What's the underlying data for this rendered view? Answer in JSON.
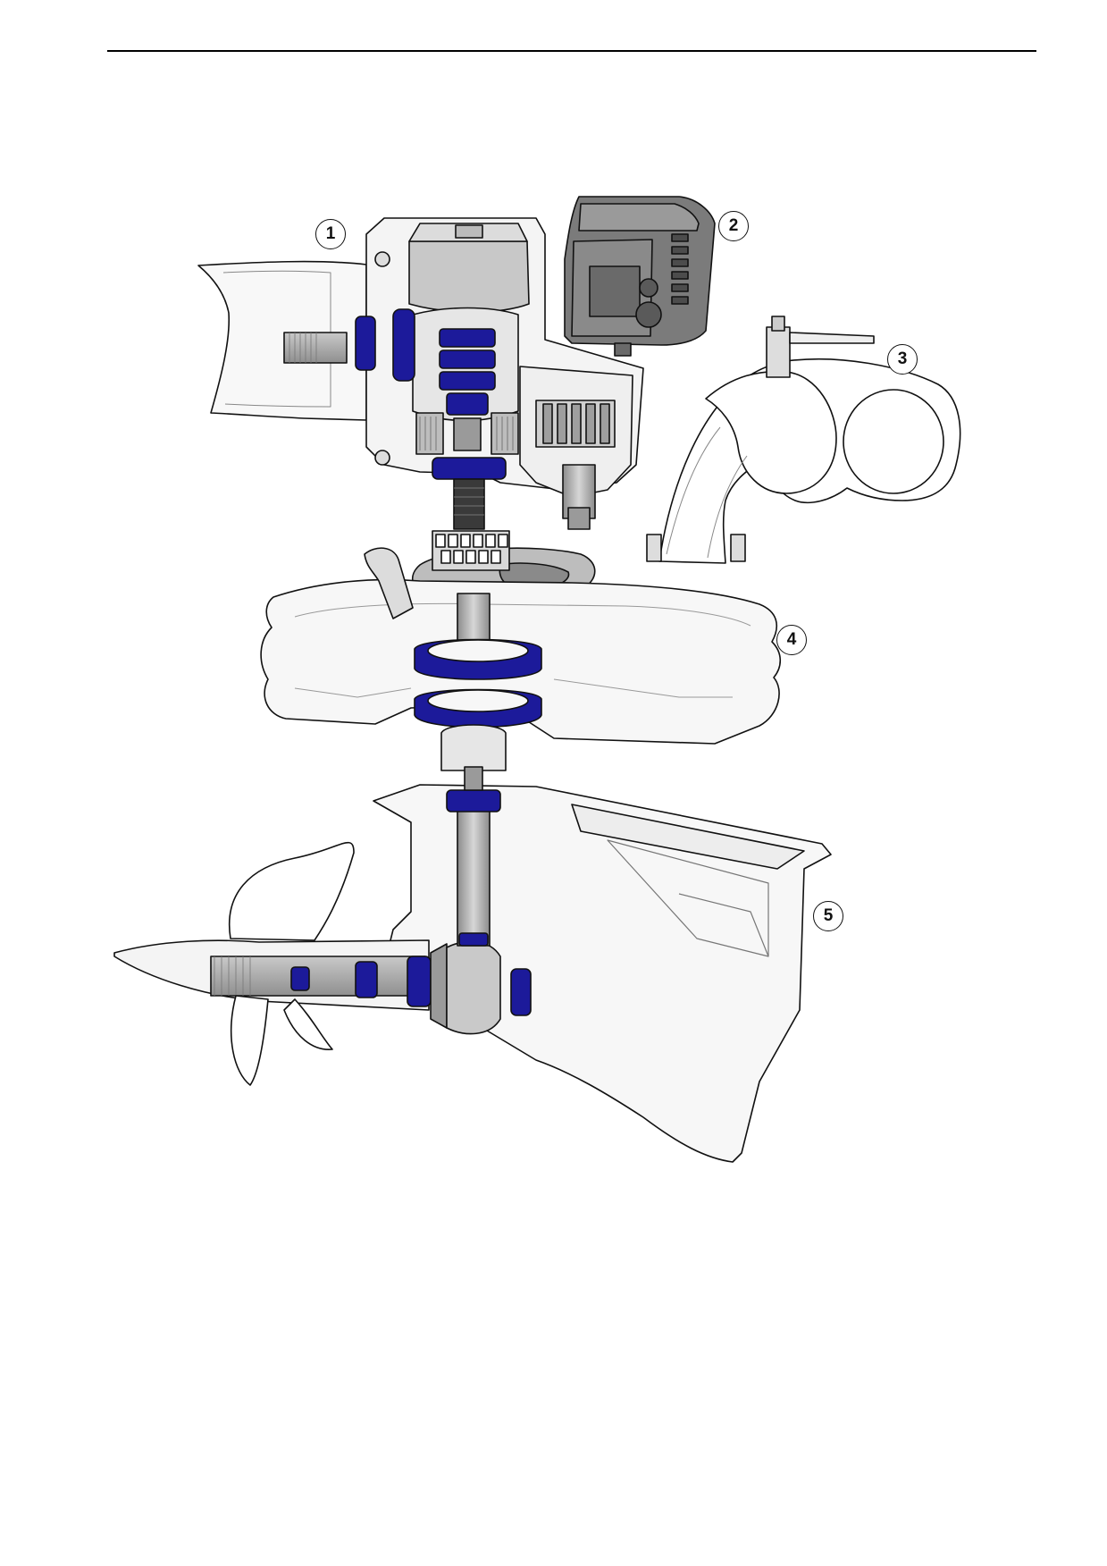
{
  "figure": {
    "callouts": [
      {
        "label": "1"
      },
      {
        "label": "2"
      },
      {
        "label": "3"
      },
      {
        "label": "4"
      },
      {
        "label": "5"
      }
    ]
  },
  "colors": {
    "highlight": "#1c1a9a",
    "casting_fill": "#f7f7f7",
    "metal_gray": "#a9a9a9",
    "dark_gray": "#7d7d7d",
    "outline": "#111111"
  }
}
